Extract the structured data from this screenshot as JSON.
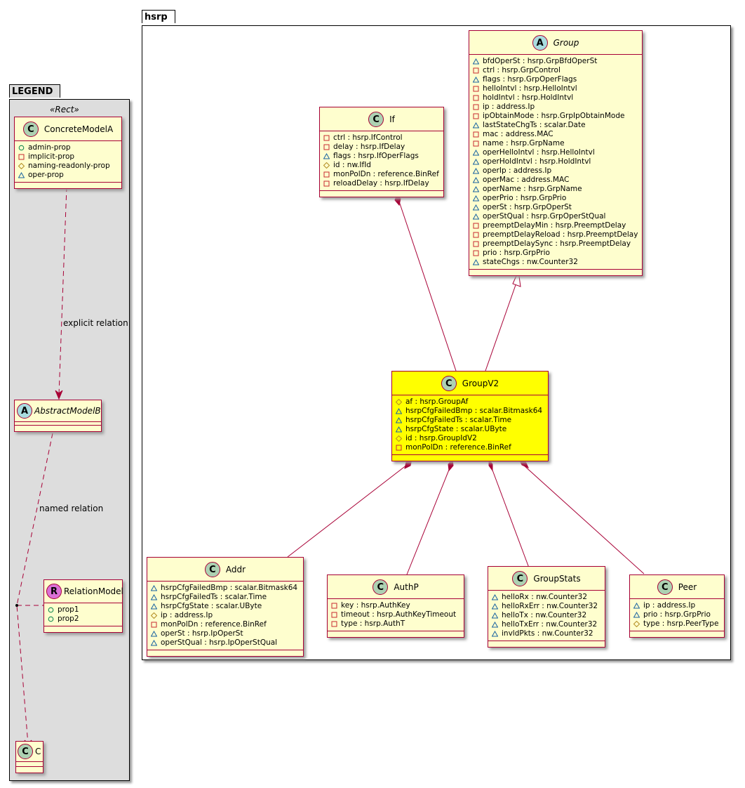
{
  "legend": {
    "title": "LEGEND",
    "stereotype": "«Rect»",
    "concrete_model": {
      "name": "ConcreteModelA",
      "kind": "C",
      "attributes": [
        {
          "vis": "public",
          "text": "admin-prop"
        },
        {
          "vis": "private",
          "text": "implicit-prop"
        },
        {
          "vis": "protected",
          "text": "naming-readonly-prop"
        },
        {
          "vis": "package",
          "text": "oper-prop"
        }
      ]
    },
    "explicit_relation_label": "explicit relation",
    "abstract_model": {
      "name": "AbstractModelB",
      "kind": "A"
    },
    "named_relation_label": "named relation",
    "relation_model": {
      "name": "RelationModel",
      "kind": "R",
      "attributes": [
        {
          "vis": "public",
          "text": "prop1"
        },
        {
          "vis": "public",
          "text": "prop2"
        }
      ]
    },
    "target_model": {
      "name": "C",
      "kind": "C"
    }
  },
  "package": {
    "title": "hsrp",
    "classes": {
      "If": {
        "name": "If",
        "kind": "C",
        "attributes": [
          {
            "vis": "private",
            "text": "ctrl : hsrp.IfControl"
          },
          {
            "vis": "private",
            "text": "delay : hsrp.IfDelay"
          },
          {
            "vis": "package",
            "text": "flags : hsrp.IfOperFlags"
          },
          {
            "vis": "protected",
            "text": "id : nw.IfId"
          },
          {
            "vis": "private",
            "text": "monPolDn : reference.BinRef"
          },
          {
            "vis": "private",
            "text": "reloadDelay : hsrp.IfDelay"
          }
        ]
      },
      "Group": {
        "name": "Group",
        "kind": "A",
        "attributes": [
          {
            "vis": "package",
            "text": "bfdOperSt : hsrp.GrpBfdOperSt"
          },
          {
            "vis": "private",
            "text": "ctrl : hsrp.GrpControl"
          },
          {
            "vis": "package",
            "text": "flags : hsrp.GrpOperFlags"
          },
          {
            "vis": "private",
            "text": "helloIntvl : hsrp.HelloIntvl"
          },
          {
            "vis": "private",
            "text": "holdIntvl : hsrp.HoldIntvl"
          },
          {
            "vis": "private",
            "text": "ip : address.Ip"
          },
          {
            "vis": "private",
            "text": "ipObtainMode : hsrp.GrpIpObtainMode"
          },
          {
            "vis": "package",
            "text": "lastStateChgTs : scalar.Date"
          },
          {
            "vis": "private",
            "text": "mac : address.MAC"
          },
          {
            "vis": "private",
            "text": "name : hsrp.GrpName"
          },
          {
            "vis": "package",
            "text": "operHelloIntvl : hsrp.HelloIntvl"
          },
          {
            "vis": "package",
            "text": "operHoldIntvl : hsrp.HoldIntvl"
          },
          {
            "vis": "package",
            "text": "operIp : address.Ip"
          },
          {
            "vis": "package",
            "text": "operMac : address.MAC"
          },
          {
            "vis": "package",
            "text": "operName : hsrp.GrpName"
          },
          {
            "vis": "package",
            "text": "operPrio : hsrp.GrpPrio"
          },
          {
            "vis": "package",
            "text": "operSt : hsrp.GrpOperSt"
          },
          {
            "vis": "package",
            "text": "operStQual : hsrp.GrpOperStQual"
          },
          {
            "vis": "private",
            "text": "preemptDelayMin : hsrp.PreemptDelay"
          },
          {
            "vis": "private",
            "text": "preemptDelayReload : hsrp.PreemptDelay"
          },
          {
            "vis": "private",
            "text": "preemptDelaySync : hsrp.PreemptDelay"
          },
          {
            "vis": "private",
            "text": "prio : hsrp.GrpPrio"
          },
          {
            "vis": "package",
            "text": "stateChgs : nw.Counter32"
          }
        ]
      },
      "GroupV2": {
        "name": "GroupV2",
        "kind": "C",
        "highlight_color": "#ffff00",
        "attributes": [
          {
            "vis": "protected",
            "text": "af : hsrp.GroupAf"
          },
          {
            "vis": "package",
            "text": "hsrpCfgFailedBmp : scalar.Bitmask64"
          },
          {
            "vis": "package",
            "text": "hsrpCfgFailedTs : scalar.Time"
          },
          {
            "vis": "package",
            "text": "hsrpCfgState : scalar.UByte"
          },
          {
            "vis": "protected",
            "text": "id : hsrp.GroupIdV2"
          },
          {
            "vis": "private",
            "text": "monPolDn : reference.BinRef"
          }
        ]
      },
      "Addr": {
        "name": "Addr",
        "kind": "C",
        "attributes": [
          {
            "vis": "package",
            "text": "hsrpCfgFailedBmp : scalar.Bitmask64"
          },
          {
            "vis": "package",
            "text": "hsrpCfgFailedTs : scalar.Time"
          },
          {
            "vis": "package",
            "text": "hsrpCfgState : scalar.UByte"
          },
          {
            "vis": "protected",
            "text": "ip : address.Ip"
          },
          {
            "vis": "private",
            "text": "monPolDn : reference.BinRef"
          },
          {
            "vis": "package",
            "text": "operSt : hsrp.IpOperSt"
          },
          {
            "vis": "package",
            "text": "operStQual : hsrp.IpOperStQual"
          }
        ]
      },
      "AuthP": {
        "name": "AuthP",
        "kind": "C",
        "attributes": [
          {
            "vis": "private",
            "text": "key : hsrp.AuthKey"
          },
          {
            "vis": "private",
            "text": "timeout : hsrp.AuthKeyTimeout"
          },
          {
            "vis": "private",
            "text": "type : hsrp.AuthT"
          }
        ]
      },
      "GroupStats": {
        "name": "GroupStats",
        "kind": "C",
        "attributes": [
          {
            "vis": "package",
            "text": "helloRx : nw.Counter32"
          },
          {
            "vis": "package",
            "text": "helloRxErr : nw.Counter32"
          },
          {
            "vis": "package",
            "text": "helloTx : nw.Counter32"
          },
          {
            "vis": "package",
            "text": "helloTxErr : nw.Counter32"
          },
          {
            "vis": "package",
            "text": "invldPkts : nw.Counter32"
          }
        ]
      },
      "Peer": {
        "name": "Peer",
        "kind": "C",
        "attributes": [
          {
            "vis": "package",
            "text": "ip : address.Ip"
          },
          {
            "vis": "package",
            "text": "prio : hsrp.GrpPrio"
          },
          {
            "vis": "protected",
            "text": "type : hsrp.PeerType"
          }
        ]
      }
    },
    "relations": [
      {
        "from": "If",
        "to": "GroupV2",
        "type": "composition"
      },
      {
        "from": "GroupV2",
        "to": "Group",
        "type": "inheritance"
      },
      {
        "from": "GroupV2",
        "to": "Addr",
        "type": "composition"
      },
      {
        "from": "GroupV2",
        "to": "AuthP",
        "type": "composition"
      },
      {
        "from": "GroupV2",
        "to": "GroupStats",
        "type": "composition"
      },
      {
        "from": "GroupV2",
        "to": "Peer",
        "type": "composition"
      }
    ]
  },
  "colors": {
    "class_fill": "#fefece",
    "class_border": "#a80036",
    "highlight_fill": "#ffff00",
    "legend_fill": "#dddddd",
    "public": "#038048",
    "private": "#c82930",
    "protected": "#b38d22",
    "package": "#1963a0"
  }
}
